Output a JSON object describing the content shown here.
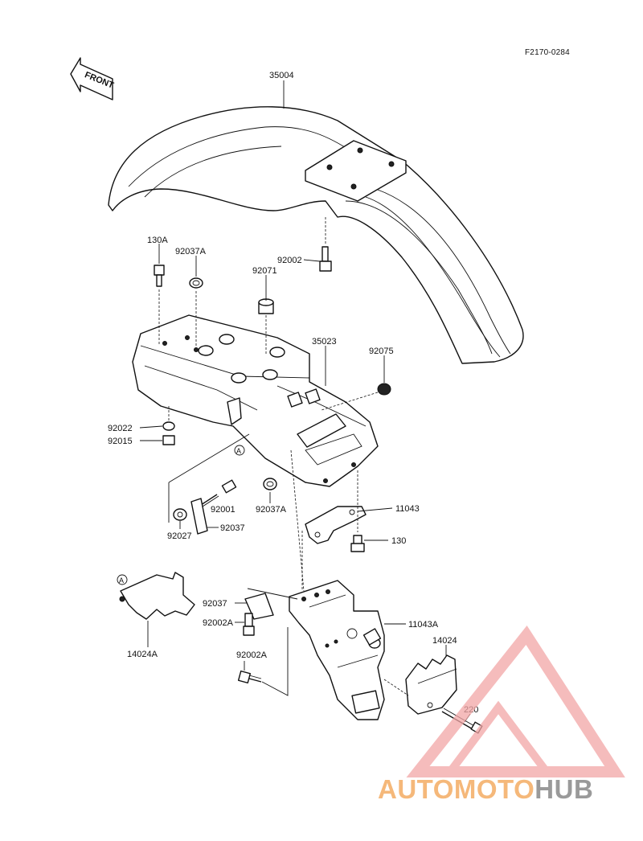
{
  "diagram_code": "F2170-0284",
  "front_label": "FRONT",
  "parts": [
    {
      "id": "p35004",
      "label": "35004"
    },
    {
      "id": "p130A",
      "label": "130A"
    },
    {
      "id": "p92037A_top",
      "label": "92037A"
    },
    {
      "id": "p92002",
      "label": "92002"
    },
    {
      "id": "p92071",
      "label": "92071"
    },
    {
      "id": "p35023",
      "label": "35023"
    },
    {
      "id": "p92075",
      "label": "92075"
    },
    {
      "id": "p92022",
      "label": "92022"
    },
    {
      "id": "p92015",
      "label": "92015"
    },
    {
      "id": "p92001",
      "label": "92001"
    },
    {
      "id": "p92037A_bot",
      "label": "92037A"
    },
    {
      "id": "p92027",
      "label": "92027"
    },
    {
      "id": "p92037",
      "label": "92037"
    },
    {
      "id": "p11043",
      "label": "11043"
    },
    {
      "id": "p130",
      "label": "130"
    },
    {
      "id": "p92037_b",
      "label": "92037"
    },
    {
      "id": "p92002A_a",
      "label": "92002A"
    },
    {
      "id": "p11043A",
      "label": "11043A"
    },
    {
      "id": "p14024",
      "label": "14024"
    },
    {
      "id": "p14024A",
      "label": "14024A"
    },
    {
      "id": "p92002A_b",
      "label": "92002A"
    },
    {
      "id": "p220",
      "label": "220"
    }
  ],
  "ref_marks": [
    "A",
    "A"
  ],
  "watermark": {
    "part1": "AUTOMOTO",
    "part2": "HUB",
    "color_a": "#f5b87a",
    "color_b": "#9a9a9a",
    "triangle_color": "#f2a6a6"
  }
}
